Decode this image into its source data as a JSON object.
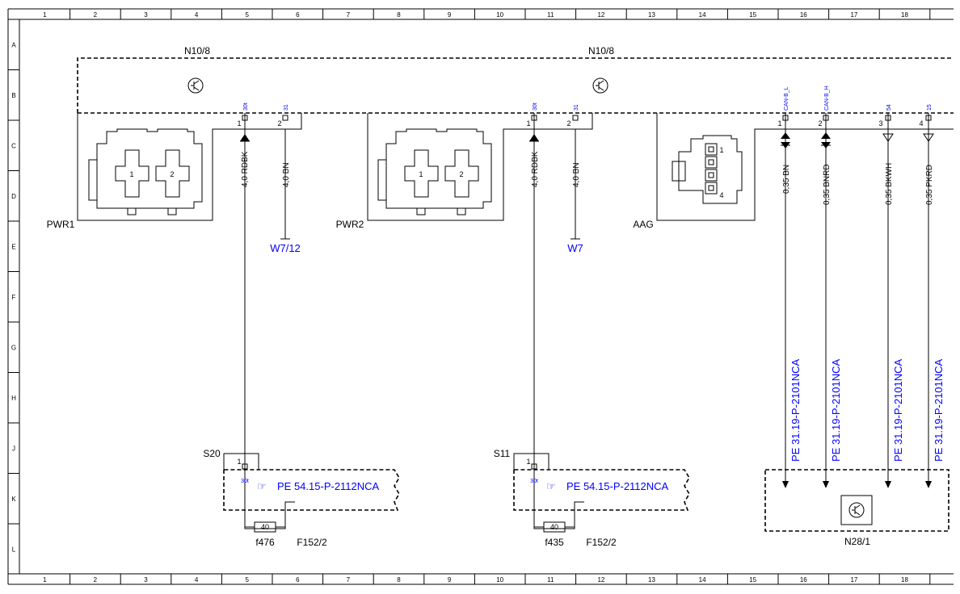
{
  "grid": {
    "columns": [
      "1",
      "2",
      "3",
      "4",
      "5",
      "6",
      "7",
      "8",
      "9",
      "10",
      "11",
      "12",
      "13",
      "14",
      "15",
      "16",
      "17",
      "18"
    ],
    "rows": [
      "A",
      "B",
      "C",
      "D",
      "E",
      "F",
      "G",
      "H",
      "J",
      "K",
      "L"
    ]
  },
  "modules": {
    "left_label": "N10/8",
    "right_label": "N10/8",
    "bottom_label": "N28/1"
  },
  "connectors": {
    "pwr1": "PWR1",
    "pwr2": "PWR2",
    "aag": "AAG",
    "pwr_pin1": "1",
    "pwr_pin2": "2",
    "aag_pin1": "1",
    "aag_pin4": "4"
  },
  "pins": {
    "p30t": "30t",
    "p31": "31",
    "can_l": "CAN-B_L",
    "can_h": "CAN-B_H",
    "p54": "54",
    "p15": "15",
    "n1": "1",
    "n2": "2",
    "n3": "3",
    "n4": "4"
  },
  "wires": {
    "rdbk": "4,0 RDBK",
    "bn40": "4,0 BN",
    "bn035": "0,35 BN",
    "bnrd": "0,35 BNRD",
    "bkwh": "0,35 BKWH",
    "pkrd": "0,35 PKRD"
  },
  "grounds": {
    "w712": "W7/12",
    "w7": "W7"
  },
  "splices": {
    "s20": "S20",
    "s11": "S11"
  },
  "fuses": {
    "value": "40",
    "f476": "f476",
    "f435": "f435",
    "f152_2": "F152/2"
  },
  "references": {
    "fuse_ref": "PE 54.15-P-2112NCA",
    "can_ref": "PE 31.19-P-2101NCA"
  }
}
